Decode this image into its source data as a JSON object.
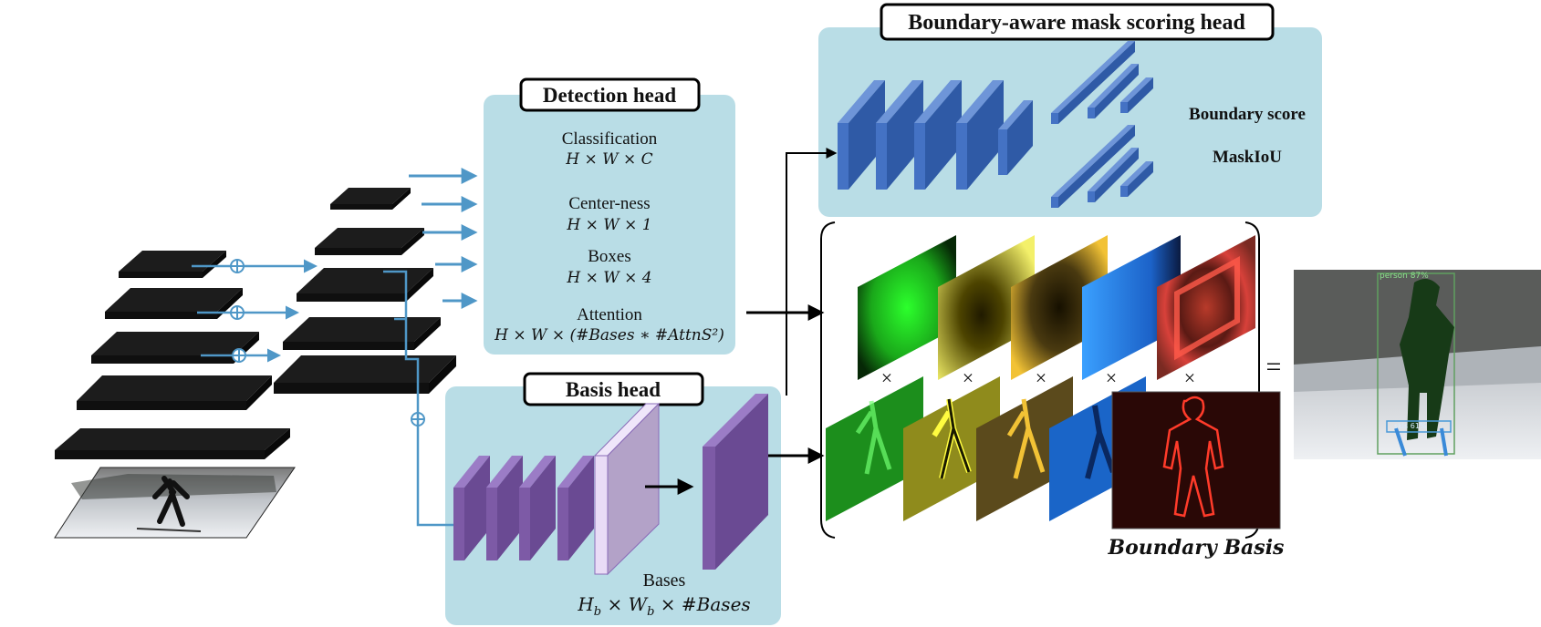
{
  "titles": {
    "detection_head": "Detection head",
    "basis_head": "Basis head",
    "scoring_head": "Boundary-aware mask scoring head"
  },
  "detection_outputs": [
    {
      "name": "Classification",
      "shape": "H × W × C"
    },
    {
      "name": "Center-ness",
      "shape": "H × W × 1"
    },
    {
      "name": "Boxes",
      "shape": "H × W × 4"
    },
    {
      "name": "Attention",
      "shape": "H × W × (#Bases ∗ #AttnS²)"
    }
  ],
  "scoring_outputs": [
    "Boundary score",
    "MaskIoU"
  ],
  "bases": {
    "name": "Bases",
    "shape": "H_b × W_b × #Bases"
  },
  "operators": {
    "times": "×",
    "equals": "=",
    "plus": "⊕"
  },
  "boundary_basis_label": "Boundary Basis",
  "detections": [
    {
      "label": "person 87%"
    },
    {
      "label": "skis 61%"
    }
  ],
  "colors": {
    "panel": "#b9dde6",
    "arrow_blue": "#4f97c7",
    "feature_map": "#1c1c1c",
    "scoring_layer": "#4472c4",
    "basis_layer": "#7d5aa6",
    "attention_maps": [
      "#22e822",
      "#e7e530",
      "#f0c930",
      "#2a86f0",
      "#e03c30"
    ]
  }
}
